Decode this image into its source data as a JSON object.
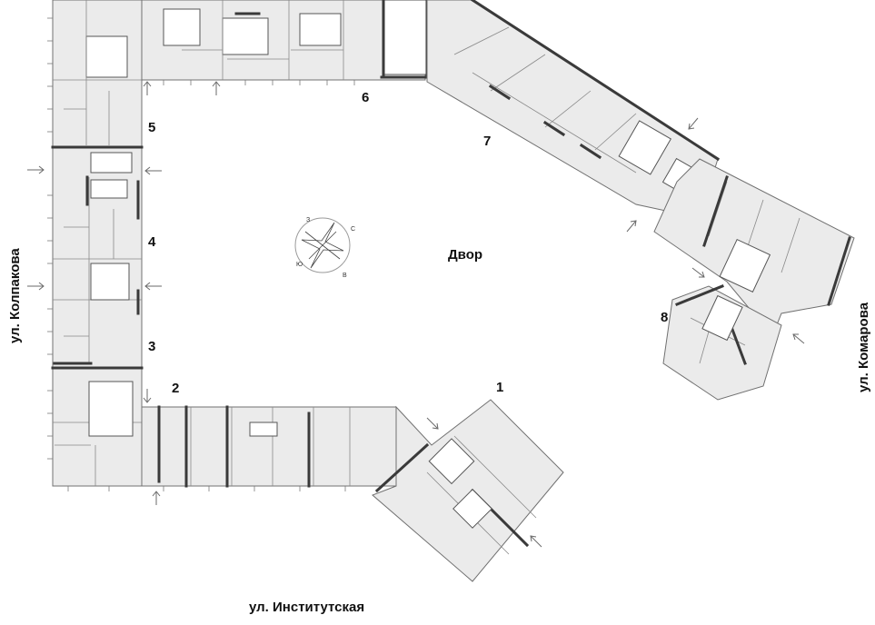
{
  "map": {
    "courtyard_label": "Двор",
    "streets": {
      "west": "ул. Колпакова",
      "south": "ул. Институтская",
      "east": "ул. Комарова"
    },
    "sections": [
      "1",
      "2",
      "3",
      "4",
      "5",
      "6",
      "7",
      "8"
    ],
    "compass": {
      "north": "С",
      "east": "В",
      "south": "Ю",
      "west": "З"
    }
  }
}
